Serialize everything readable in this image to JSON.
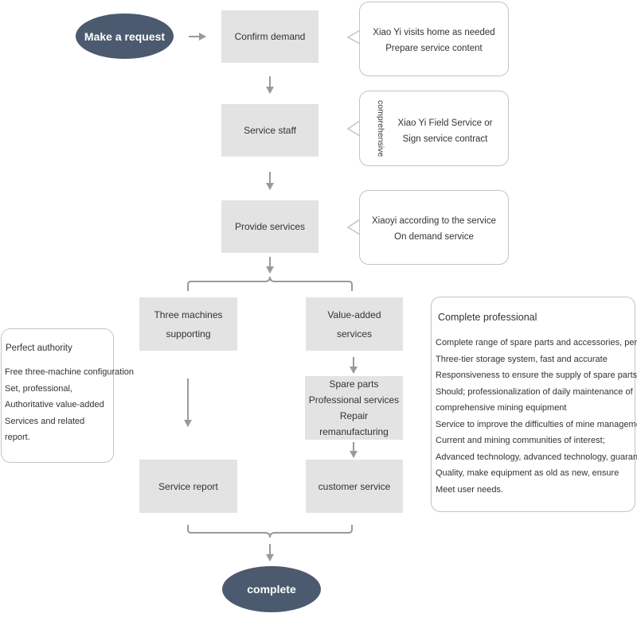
{
  "start": "Make a request",
  "end": "complete",
  "steps": {
    "confirm": "Confirm demand",
    "staff": "Service staff",
    "provide": "Provide services"
  },
  "callouts": {
    "confirm": [
      "Xiao Yi visits home as needed",
      "Prepare service content"
    ],
    "staff": [
      "Xiao Yi Field Service or",
      "Sign service contract"
    ],
    "staff_vertical": "comprehensive",
    "provide": [
      "Xiaoyi according to the service",
      "On demand service"
    ]
  },
  "branches": {
    "three_machines": [
      "Three machines",
      "supporting"
    ],
    "value_added": [
      "Value-added",
      "services"
    ],
    "spare_parts": [
      "Spare parts",
      "Professional services",
      "Repair remanufacturing"
    ],
    "service_report": "Service report",
    "customer_service": "customer service"
  },
  "left_panel": {
    "title": "Perfect authority",
    "lines": [
      "Free three-machine configuration",
      "Set, professional,",
      "Authoritative value-added",
      "Services and related",
      "report."
    ]
  },
  "right_panel": {
    "title": "Complete professional",
    "lines": [
      "Complete range of spare parts and accessories, perfect",
      "Three-tier storage system, fast and accurate",
      "Responsiveness to ensure the supply of spare parts",
      "Should; professionalization of daily maintenance of",
      "comprehensive mining equipment",
      "Service to improve the difficulties of mine management",
      "Current and mining communities of interest;",
      "Advanced technology, advanced technology, guarantee",
      "Quality, make equipment as old as new, ensure",
      "Meet user needs."
    ]
  },
  "colors": {
    "ellipse": "#4b5a6e",
    "box": "#e3e3e3",
    "connector": "#9a9a9a",
    "border": "#c4c4c4"
  }
}
